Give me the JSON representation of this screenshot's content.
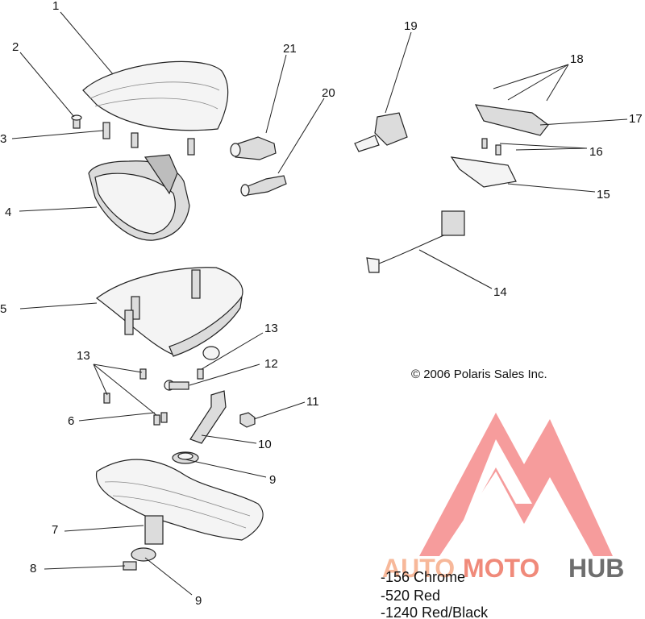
{
  "copyright": "© 2006 Polaris Sales Inc.",
  "callouts": [
    "1",
    "2",
    "3",
    "4",
    "5",
    "6",
    "7",
    "8",
    "9",
    "9",
    "10",
    "11",
    "12",
    "13",
    "13",
    "14",
    "15",
    "16",
    "17",
    "18",
    "19",
    "20",
    "21"
  ],
  "legend": [
    "-156  Chrome",
    "-520  Red",
    "-1240 Red/Black"
  ],
  "watermark": {
    "auto": "AUTO",
    "moto": "MOTO",
    "hub": "HUB",
    "auto_color": "#f7b89a",
    "moto_color": "#f08a7a",
    "hub_color": "#6e6e6e",
    "logo_color": "#f06a6a"
  }
}
